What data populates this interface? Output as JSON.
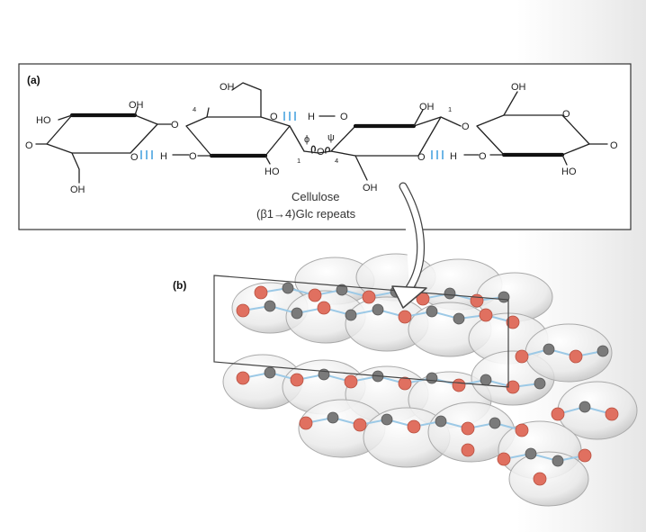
{
  "panel_a": {
    "label": "(a)",
    "caption_line1": "Cellulose",
    "caption_line2": "(β1→4)Glc repeats",
    "atom_labels": {
      "ho": "HO",
      "oh": "OH",
      "o": "O",
      "h": "H",
      "c1": "1",
      "c4": "4"
    },
    "torsion_phi": "ϕ",
    "torsion_psi": "ψ"
  },
  "panel_b": {
    "label": "(b)"
  },
  "colors": {
    "hydrogen_bond": "#4aa3df",
    "oxygen_atom": "#e07060",
    "carbon_atom": "#7a7a7a",
    "surface": "#e4e4e4"
  }
}
